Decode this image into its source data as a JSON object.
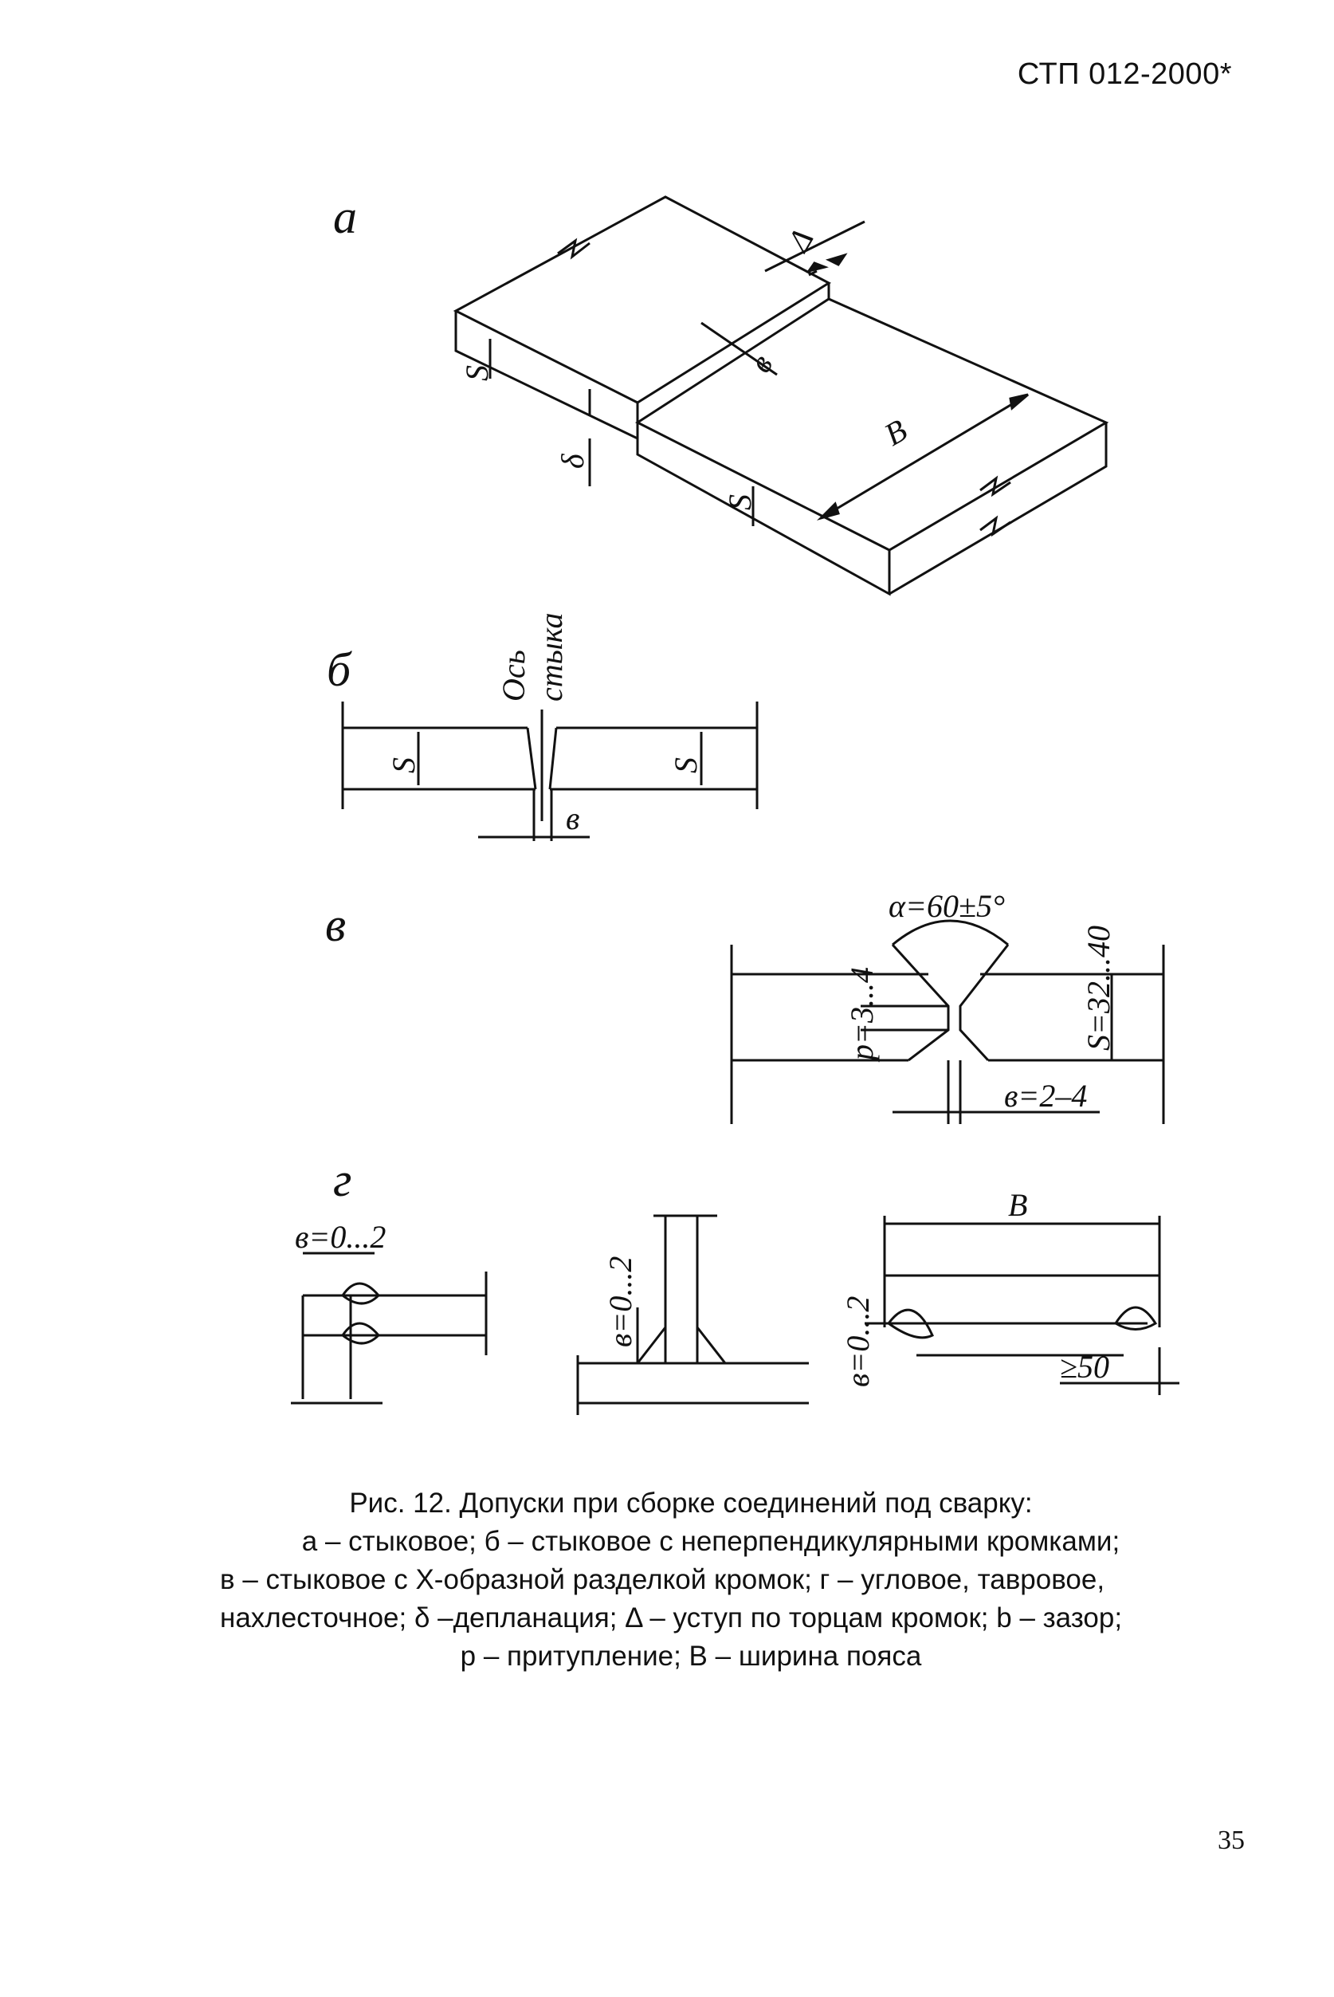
{
  "header": {
    "doc_code": "СТП 012-2000*"
  },
  "figure": {
    "labels": {
      "a": "а",
      "b": "б",
      "v": "в",
      "g": "г"
    },
    "a_dims": {
      "delta_cap": "Δ",
      "b": "в",
      "s": "S",
      "delta": "δ",
      "B": "B"
    },
    "b_dims": {
      "axis_line1": "Ось",
      "axis_line2": "стыка",
      "s": "S",
      "b": "в"
    },
    "v_dims": {
      "alpha": "α=60±5°",
      "p": "р=3...4",
      "s": "S=32...40",
      "b": "в=2–4"
    },
    "g_dims": {
      "b1": "в=0...2",
      "b2": "в=0...2",
      "b3": "в=0...2",
      "B": "B",
      "min_overlap": "≥50"
    }
  },
  "caption": {
    "title": "Рис. 12. Допуски при сборке соединений под сварку:",
    "line1": "а – стыковое; б – стыковое с неперпендикулярными кромками;",
    "line2": "в – стыковое  с   Х-образной разделкой кромок; г – угловое, тавровое, нахлесточное;  δ –депланация; Δ – уступ по торцам кромок; b – зазор;",
    "line3": "р  – притупление;  В – ширина пояса"
  },
  "page_number": "35"
}
